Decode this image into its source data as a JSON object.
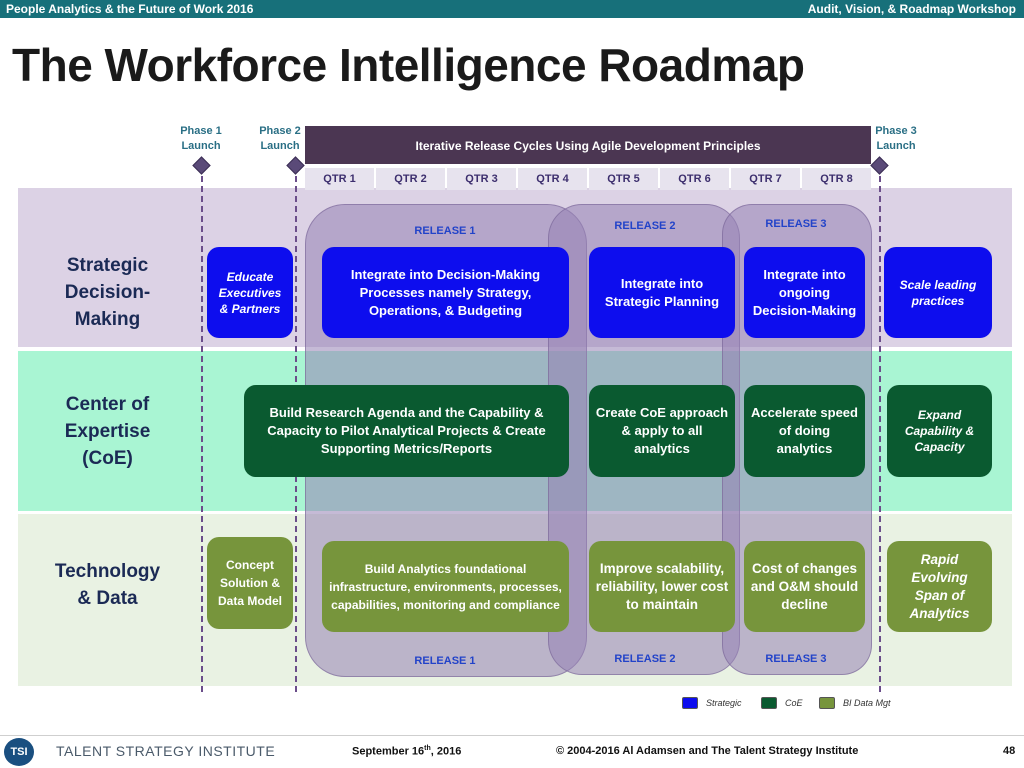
{
  "header": {
    "left_title": "People Analytics & the Future of Work 2016",
    "right_title": "Audit, Vision, & Roadmap Workshop"
  },
  "slide": {
    "title": "The Workforce Intelligence Roadmap"
  },
  "phases": {
    "phase1": [
      "Phase 1",
      "Launch"
    ],
    "phase2": [
      "Phase 2",
      "Launch"
    ],
    "phase3": [
      "Phase 3",
      "Launch"
    ]
  },
  "banner": "Iterative Release Cycles Using Agile Development Principles",
  "quarters": [
    "QTR 1",
    "QTR 2",
    "QTR 3",
    "QTR 4",
    "QTR 5",
    "QTR 6",
    "QTR 7",
    "QTR 8"
  ],
  "releases": {
    "r1_top": "RELEASE 1",
    "r2_top": "RELEASE 2",
    "r3_top": "RELEASE 3",
    "r1_bottom": "RELEASE 1",
    "r2_bottom": "RELEASE 2",
    "r3_bottom": "RELEASE 3"
  },
  "rows": {
    "strategic": [
      "Strategic",
      "Decision-",
      "Making"
    ],
    "coe": [
      "Center of",
      "Expertise",
      "(CoE)"
    ],
    "tech": [
      "Technology",
      "& Data"
    ]
  },
  "boxes": {
    "educate": "Educate Executives & Partners",
    "integrate_dm": "Integrate into Decision-Making Processes namely Strategy, Operations, & Budgeting",
    "integrate_sp": "Integrate into Strategic Planning",
    "integrate_ongoing": "Integrate into ongoing Decision-Making",
    "scale": "Scale leading practices",
    "research": "Build Research Agenda and the Capability & Capacity to Pilot Analytical Projects & Create Supporting Metrics/Reports",
    "create_coe": "Create CoE approach & apply to all analytics",
    "accelerate": "Accelerate speed of doing analytics",
    "expand": "Expand Capability & Capacity",
    "concept": "Concept Solution & Data Model",
    "build_foundation": "Build Analytics foundational infrastructure, environments, processes, capabilities, monitoring and compliance",
    "improve": "Improve scalability, reliability, lower cost to maintain",
    "cost": "Cost of changes and O&M should decline",
    "rapid": "Rapid Evolving Span of Analytics"
  },
  "legend": {
    "strategic": "Strategic",
    "coe": "CoE",
    "bi": "BI Data Mgt"
  },
  "colors": {
    "strategic": "#0d0dee",
    "coe": "#0a5a30",
    "bi": "#77953c",
    "header": "#17707a",
    "banner": "#4b3652"
  },
  "footer": {
    "logo": "TSI",
    "brand": "TALENT STRATEGY INSTITUTE",
    "date_prefix": "September 16",
    "date_sup": "th",
    "date_suffix": ", 2016",
    "copyright": "© 2004-2016 Al Adamsen and The Talent Strategy Institute",
    "page": "48"
  }
}
